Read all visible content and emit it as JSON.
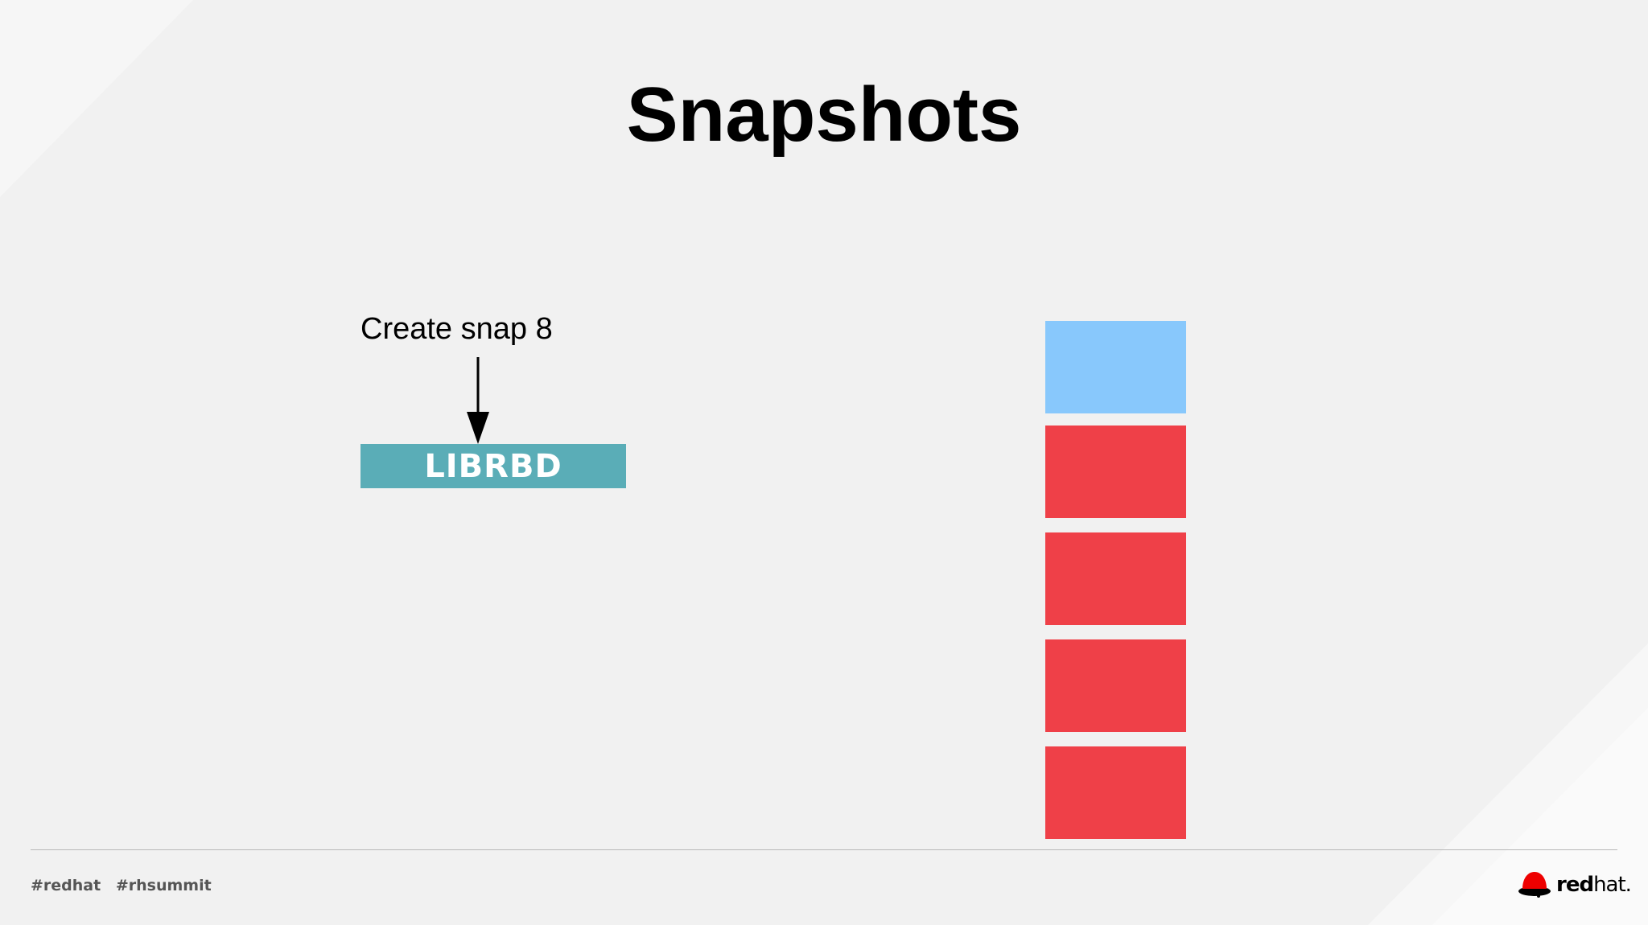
{
  "slide": {
    "title": "Snapshots"
  },
  "annotation": {
    "text": "Create snap 8"
  },
  "librbd": {
    "label": "LIBRBD",
    "color": "#5aadb7"
  },
  "blocks": [
    {
      "color": "#88c8fc"
    },
    {
      "color": "#ef4048"
    },
    {
      "color": "#ef4048"
    },
    {
      "color": "#ef4048"
    },
    {
      "color": "#ef4048"
    }
  ],
  "footer": {
    "hashtags": [
      "#redhat",
      "#rhsummit"
    ],
    "logo": {
      "icon": "redhat-shadowman-icon",
      "word_bold": "red",
      "word_light": "hat."
    }
  }
}
